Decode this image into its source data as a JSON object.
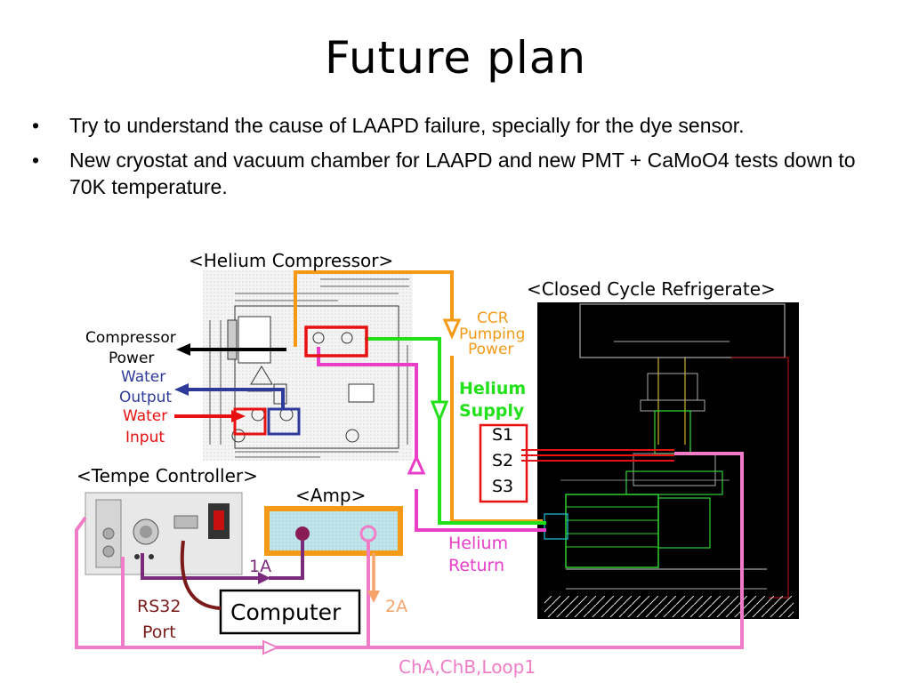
{
  "slide": {
    "title": "Future plan",
    "bullets": [
      {
        "marker": "•",
        "text": "Try to understand the cause of LAAPD failure, specially for the dye sensor."
      },
      {
        "marker": "•",
        "text": "New cryostat and vacuum chamber for LAAPD and new PMT + CaMoO4 tests down to 70K temperature."
      }
    ]
  },
  "diagram": {
    "helium_compressor": "<Helium Compressor>",
    "closed_cycle_refrigerate": "<Closed Cycle Refrigerate>",
    "tempe_controller": "<Tempe Controller>",
    "amp": "<Amp>",
    "computer": "Computer",
    "compressor_power": [
      "Compressor",
      "Power"
    ],
    "water_output": [
      "Water",
      "Output"
    ],
    "water_input": [
      "Water",
      "Input"
    ],
    "ccr_pumping_power": [
      "CCR",
      "Pumping",
      "Power"
    ],
    "helium_supply": [
      "Helium",
      "Supply"
    ],
    "helium_return": [
      "Helium",
      "Return"
    ],
    "sensors": [
      "S1",
      "S2",
      "S3"
    ],
    "rs32_port": [
      "RS32",
      "Port"
    ],
    "label_1a": "1A",
    "label_2a": "2A",
    "cha_chb_loop1": "ChA,ChB,Loop1"
  },
  "colors": {
    "orange": "#f59a17",
    "green": "#22e01a",
    "magenta": "#e83ec8",
    "red": "#e81010",
    "navy": "#2e3a9a",
    "pink": "#f07cc8",
    "dark_red": "#7a1a1a",
    "purple": "#7a2a7a",
    "light_orange": "#f4a36a"
  }
}
